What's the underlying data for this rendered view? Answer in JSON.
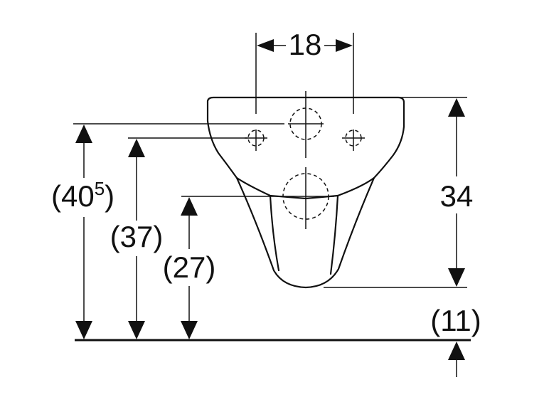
{
  "diagram": {
    "dimensions": {
      "top_width": "18",
      "bowl_height": "34",
      "floor_gap": "(11)",
      "total_height_main": "(40",
      "total_height_sup": "5",
      "total_height_close": ")",
      "mid_height": "(37)",
      "low_height": "(27)"
    },
    "colors": {
      "line": "#111111",
      "background": "#ffffff"
    }
  }
}
